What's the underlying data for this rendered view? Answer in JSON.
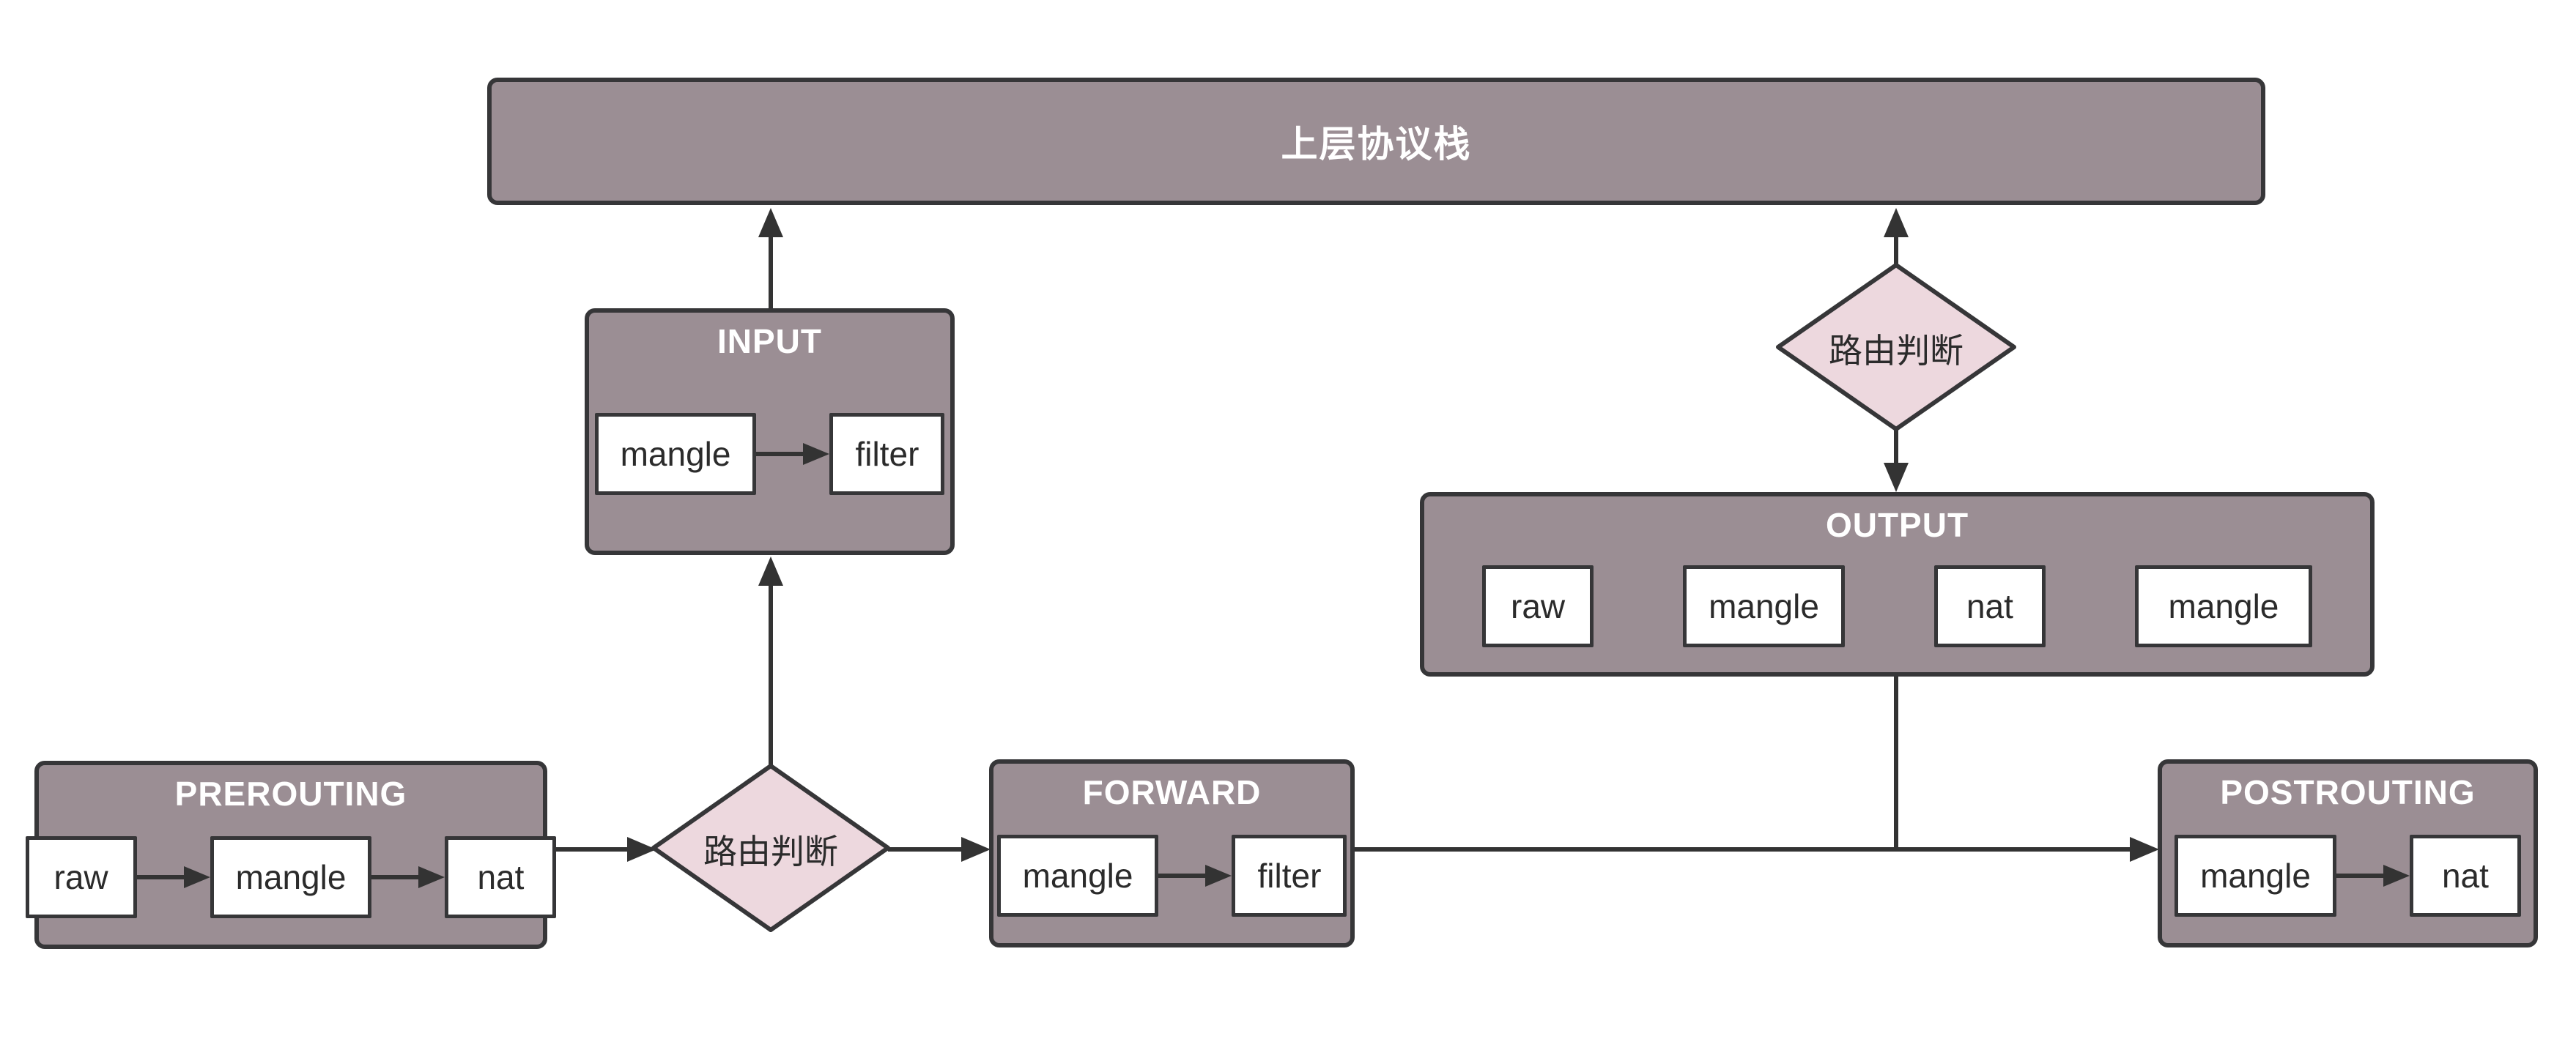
{
  "diagram": {
    "upper_stack": {
      "label": "上层协议栈"
    },
    "decisions": {
      "top": {
        "label": "路由判断"
      },
      "middle": {
        "label": "路由判断"
      }
    },
    "chains": {
      "input": {
        "title": "INPUT",
        "tables": [
          "mangle",
          "filter"
        ]
      },
      "output": {
        "title": "OUTPUT",
        "tables": [
          "raw",
          "mangle",
          "nat",
          "mangle"
        ]
      },
      "prerouting": {
        "title": "PREROUTING",
        "tables": [
          "raw",
          "mangle",
          "nat"
        ]
      },
      "forward": {
        "title": "FORWARD",
        "tables": [
          "mangle",
          "filter"
        ]
      },
      "postrouting": {
        "title": "POSTROUTING",
        "tables": [
          "mangle",
          "nat"
        ]
      }
    },
    "colors": {
      "chain_fill": "#9b8e94",
      "chain_border": "#363638",
      "decision_fill": "#edd8de",
      "table_fill": "#ffffff",
      "connector": "#333333",
      "chain_title_text": "#ffffff",
      "table_text": "#2b2b2b",
      "page_background": "#ffffff"
    }
  }
}
